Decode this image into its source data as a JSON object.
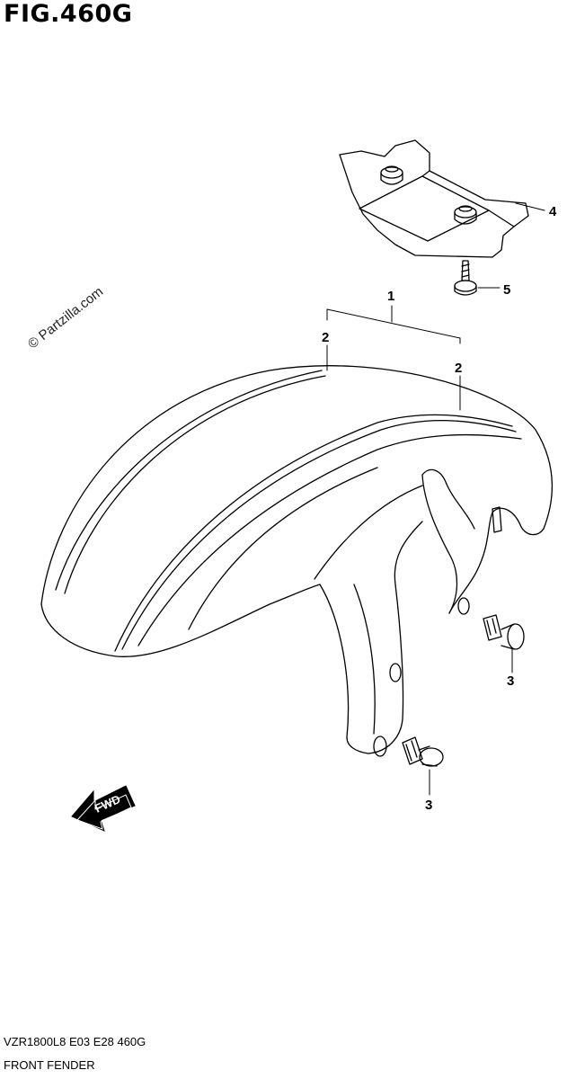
{
  "figure": {
    "title": "FIG.460G",
    "watermark": "© Partzilla.com",
    "model_code": "VZR1800L8  E03  E28  460G",
    "section_name": "FRONT FENDER"
  },
  "callouts": {
    "fender_assembly": "1",
    "stripe_left": "2",
    "stripe_right": "2",
    "screw_upper": "3",
    "screw_lower": "3",
    "bracket": "4",
    "bracket_screw": "5"
  },
  "direction_arrow": {
    "label": "FWD"
  },
  "colors": {
    "line": "#000000",
    "background": "#ffffff"
  }
}
